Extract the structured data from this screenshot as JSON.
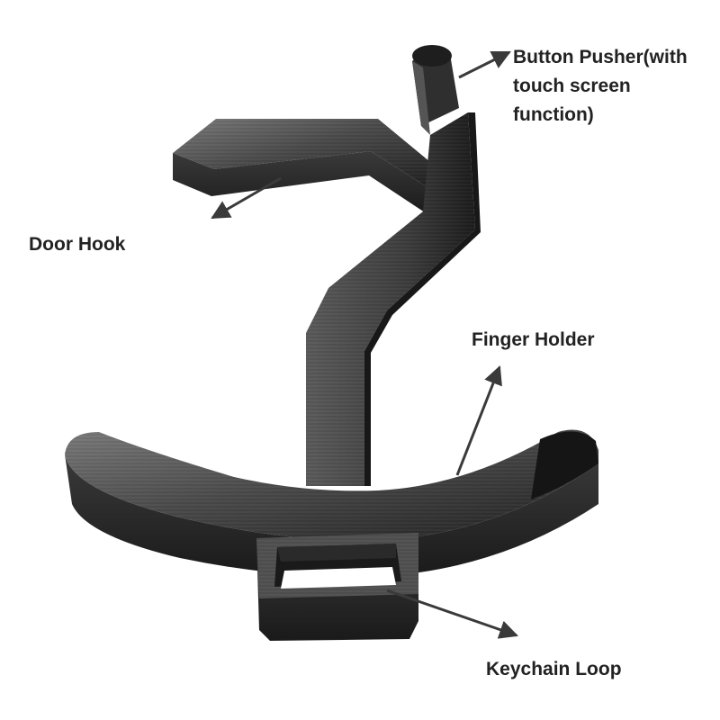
{
  "labels": {
    "button_pusher": [
      "Button Pusher(with",
      "touch screen",
      "function)"
    ],
    "door_hook": "Door Hook",
    "finger_holder": "Finger Holder",
    "keychain_loop": "Keychain Loop"
  },
  "colors": {
    "metal_dark": "#2b2b2b",
    "metal_mid": "#4a4a4a",
    "metal_light": "#7a7a7a",
    "arrow": "#3a3a3a",
    "text": "#222222",
    "background": "#ffffff"
  }
}
